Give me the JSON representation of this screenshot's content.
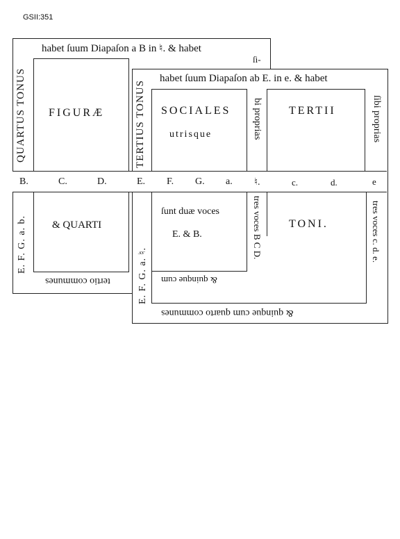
{
  "header": {
    "id": "GSII:351"
  },
  "outer": {
    "top_label": "habet  ſuum  Diapaſon  a  B  in  ♮.  &  habet",
    "top_right": "ſi-",
    "side_left_upper": "QUARTUS TONUS",
    "side_left_lower": "E.  F.  G.  a.  b.",
    "center_upper": "FIGURÆ",
    "center_lower": "& QUARTI",
    "bottom": "tertio  communes"
  },
  "inner": {
    "top_label": "habet  ſuum  Diapaſon  ab  E.  in  e.  &  habet",
    "side_left_upper": "TERTIUS TONUS",
    "side_left_lower": "E.  F.  G.  a.  ♮.",
    "sociales": "SOCIALES",
    "utrisque": "utrisque",
    "bi_proprias": "bi  proprias",
    "tertii": "TERTII",
    "sibi_proprias": "ſibi  proprias",
    "funt": "ſunt  duæ  voces",
    "e_b": "E.  &  B.",
    "tres_voces_1": "tres voces B C D.",
    "toni": "TONI.",
    "tres_voces_2": "tres  voces  c.  d.  e.",
    "quinque_1": "&  quinque  cum",
    "bottom": "&  quinque  cum  quarto  communes"
  },
  "scale": {
    "notes": [
      "B.",
      "C.",
      "D.",
      "E.",
      "F.",
      "G.",
      "a.",
      "♮.",
      "c.",
      "d.",
      "e"
    ]
  }
}
